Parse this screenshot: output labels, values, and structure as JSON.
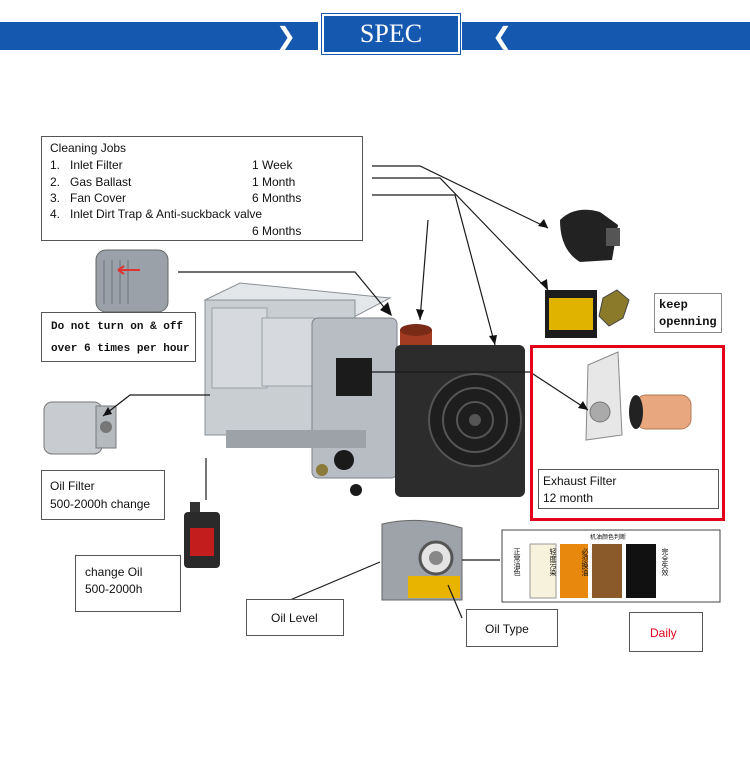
{
  "header": {
    "title": "SPEC",
    "left_chevron": "❯",
    "right_chevron": "❮"
  },
  "cleaning": {
    "title": "Cleaning Jobs",
    "items": [
      {
        "num": "1.",
        "name": "Inlet Filter",
        "interval": "1 Week"
      },
      {
        "num": "2.",
        "name": "Gas Ballast",
        "interval": "1 Month"
      },
      {
        "num": "3.",
        "name": "Fan Cover",
        "interval": "6 Months"
      },
      {
        "num": "4.",
        "name": "Inlet Dirt Trap & Anti-suckback valve",
        "interval": "6 Months"
      }
    ]
  },
  "motor_note": {
    "line1": "Do not turn on & off",
    "line2": "over 6 times per hour"
  },
  "keep_open": {
    "line1": "keep",
    "line2": "openning"
  },
  "exhaust": {
    "line1": "Exhaust Filter",
    "line2": "12 month"
  },
  "oil_filter": {
    "line1": "Oil Filter",
    "line2": "500-2000h change"
  },
  "change_oil": {
    "line1": "change Oil",
    "line2": "500-2000h"
  },
  "oil_level": "Oil Level",
  "oil_type": "Oil Type",
  "daily": "Daily",
  "oil_chart": {
    "title": "机油颜色判断",
    "swatches": [
      {
        "label": "正常油色",
        "color": "#f7f2dc"
      },
      {
        "label": "轻度污染",
        "color": "#e8890e"
      },
      {
        "label": "必须换油",
        "color": "#8b5a2b"
      },
      {
        "label": "完全失效",
        "color": "#111111"
      }
    ]
  },
  "colors": {
    "banner": "#1558b0",
    "highlight": "#e3001b"
  }
}
